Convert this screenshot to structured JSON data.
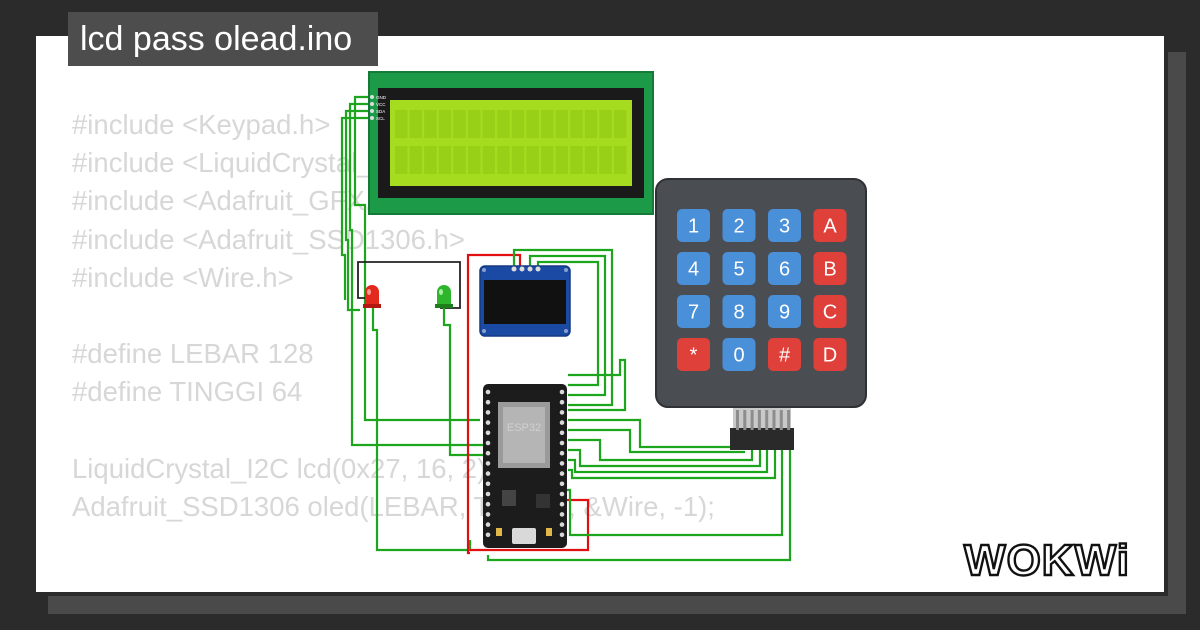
{
  "title": "lcd pass olead.ino",
  "code_lines": [
    "#include <Keypad.h>",
    "#include <LiquidCrystal_I2C.h>",
    "#include <Adafruit_GFX.h>",
    "#include <Adafruit_SSD1306.h>",
    "#include <Wire.h>",
    "",
    "#define LEBAR 128",
    "#define TINGGI 64",
    "",
    "LiquidCrystal_I2C lcd(0x27, 16, 2);",
    "Adafruit_SSD1306 oled(LEBAR, TINGGI, &Wire, -1);"
  ],
  "keypad": {
    "keys": [
      [
        "1",
        "2",
        "3",
        "A"
      ],
      [
        "4",
        "5",
        "6",
        "B"
      ],
      [
        "7",
        "8",
        "9",
        "C"
      ],
      [
        "*",
        "0",
        "#",
        "D"
      ]
    ]
  },
  "esp32": {
    "label": "ESP32"
  },
  "lcd": {
    "pins": [
      "GND",
      "VCC",
      "SDA",
      "SCL"
    ]
  },
  "logo": {
    "text": "WOKWi"
  },
  "colors": {
    "background": "#2b2b2b",
    "card": "#ffffff",
    "code_text": "#d7d7d7",
    "lcd_board": "#1c9a47",
    "lcd_screen": "#a6dc1f",
    "keypad_body": "#4a4d52",
    "key_blue": "#4a90d9",
    "key_red": "#e0403a",
    "wire_green": "#1ea51e",
    "wire_red": "#e01010"
  }
}
